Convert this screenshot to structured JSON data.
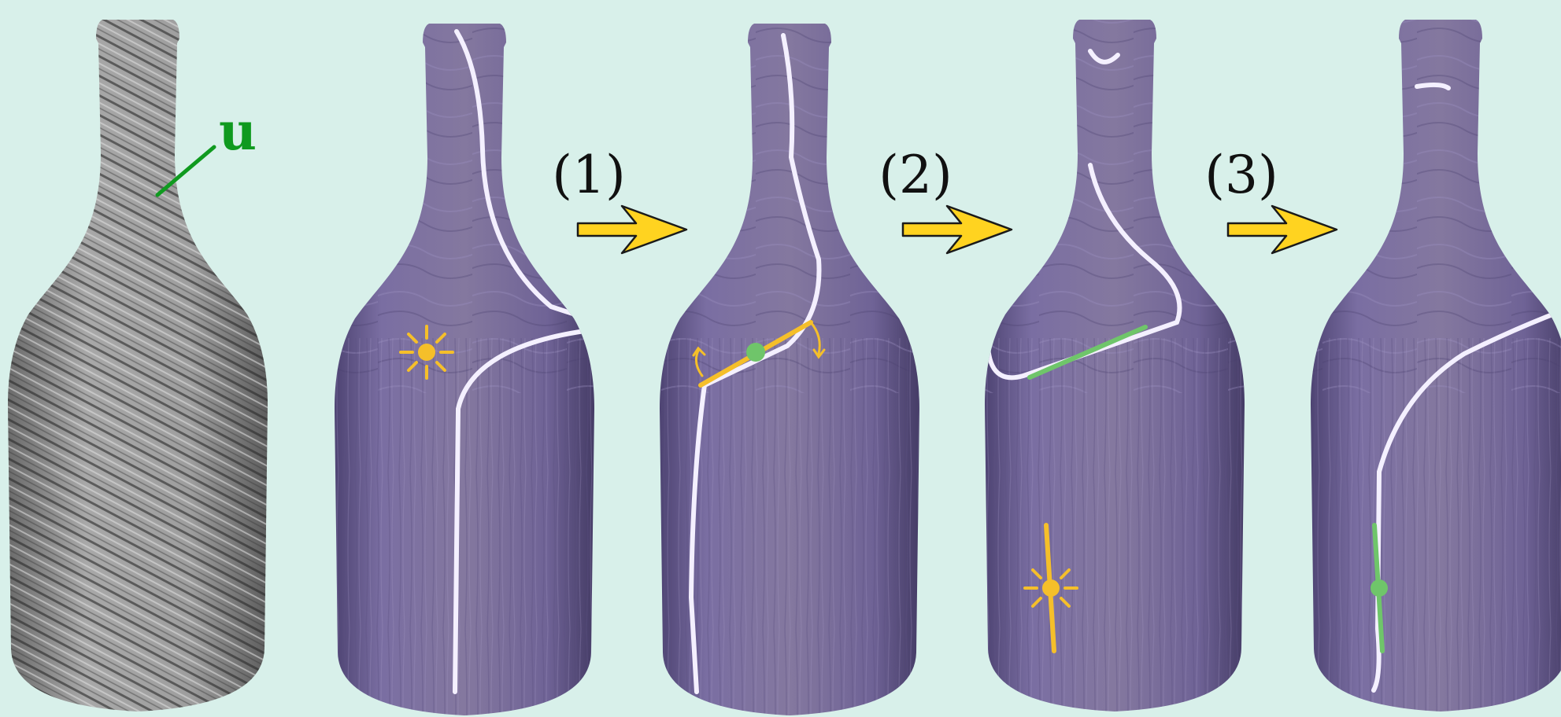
{
  "figure": {
    "vector_label": "u",
    "steps": [
      {
        "label": "(1)"
      },
      {
        "label": "(2)"
      },
      {
        "label": "(3)"
      }
    ]
  },
  "colors": {
    "background": "#d8f0ea",
    "bottle_purple": "#74679a",
    "bottle_gray": "#9a9a9a",
    "highlight": "#f4f0ff",
    "vector_green": "#0f9a1f",
    "marker_green": "#6fc56a",
    "light_yellow": "#f5bf2a",
    "arrow_yellow": "#ffd320"
  },
  "icons": {
    "light_source": "sun-icon",
    "rotation": "curved-arrow-icon",
    "step_arrow": "right-arrow-icon"
  }
}
